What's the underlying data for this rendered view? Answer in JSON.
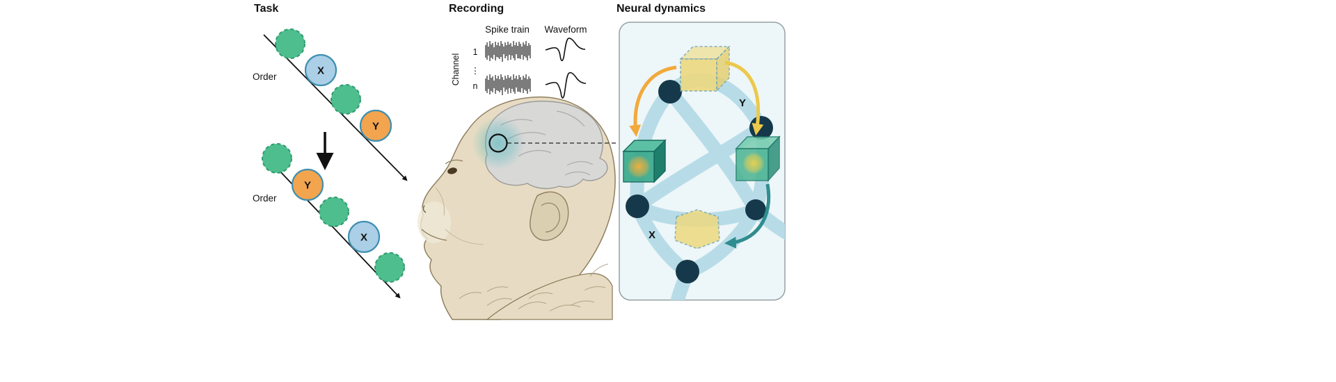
{
  "figure": {
    "task": {
      "title": "Task",
      "sequences": [
        {
          "order_label": "Order",
          "items": [
            "distractor",
            "X",
            "distractor",
            "Y"
          ]
        },
        {
          "order_label": "Order",
          "items": [
            "distractor",
            "Y",
            "distractor",
            "X",
            "distractor"
          ]
        }
      ],
      "labels": {
        "x": "X",
        "y": "Y"
      }
    },
    "recording": {
      "title": "Recording",
      "spike_train_label": "Spike train",
      "waveform_label": "Waveform",
      "channel_axis_label": "Channel",
      "channel_first": "1",
      "channel_ellipsis": "⋮",
      "channel_last": "n"
    },
    "neural_dynamics": {
      "title": "Neural dynamics",
      "state_labels": {
        "y": "Y",
        "x": "X"
      }
    },
    "colors": {
      "green_circle": "#4fbe8e",
      "green_circle_stroke": "#2d9c6f",
      "blue_circle": "#aacfe6",
      "orange_circle": "#f3a44f",
      "circle_accent_stroke": "#3f8fb0",
      "panel_background": "#edf6f8",
      "ribbon": "#b7dce8",
      "node": "#15394a",
      "cube_yellow": "#ecd97f",
      "cube_green": "#3aa98c",
      "arrow_orange": "#f2a93b",
      "arrow_yellow": "#ecc94b",
      "arrow_teal": "#2f8d8f",
      "monkey_fill": "#e7dcc3",
      "brain_fill": "#d8d8d6",
      "highlight_teal": "#46b4be"
    }
  }
}
